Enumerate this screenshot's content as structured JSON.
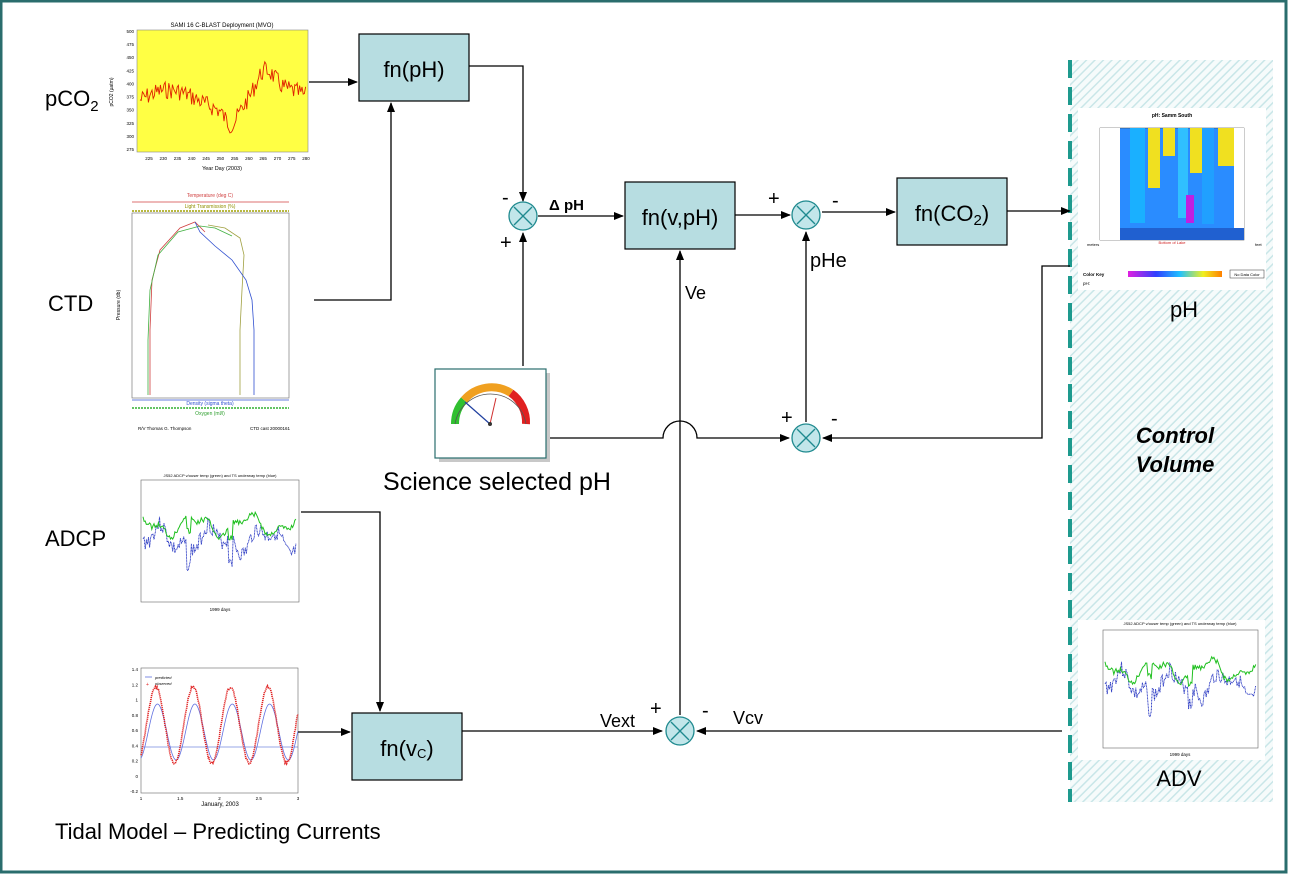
{
  "inputs": {
    "pco2_label": "pCO",
    "pco2_sub": "2",
    "ctd_label": "CTD",
    "adcp_label": "ADCP",
    "tidal_label": "Tidal Model – Predicting Currents"
  },
  "blocks": {
    "fn_ph": "fn(pH)",
    "fn_vph": "fn(v,pH)",
    "fn_co2_main": "fn(CO",
    "fn_co2_sub": "2",
    "fn_co2_close": ")",
    "fn_vc_main": "fn(v",
    "fn_vc_sub": "C",
    "fn_vc_close": ")"
  },
  "signals": {
    "delta_ph": "Δ pH",
    "ve": "Ve",
    "phe": "pHe",
    "vext": "Vext",
    "vcv": "Vcv",
    "science_ph": "Science selected pH"
  },
  "signs": {
    "plus": "+",
    "minus": "-"
  },
  "outputs": {
    "ph_label": "pH",
    "adv_label": "ADV",
    "control_volume_line1": "Control",
    "control_volume_line2": "Volume"
  },
  "thumbnails": {
    "pco2_title": "SAMI 16 C-BLAST Deployment (MVO)",
    "pco2_xlabel": "Year Day (2003)",
    "pco2_ylabel": "pCO2 (µatm)",
    "pco2_yticks": [
      "500",
      "475",
      "450",
      "425",
      "400",
      "375",
      "350",
      "325",
      "300",
      "275"
    ],
    "pco2_xticks": [
      "225",
      "230",
      "235",
      "240",
      "245",
      "250",
      "255",
      "260",
      "265",
      "270",
      "275",
      "280"
    ],
    "ctd_top1": "Temperature (deg C)",
    "ctd_top2": "Light Transmission (%)",
    "ctd_bottom1": "Density (sigma theta)",
    "ctd_bottom2": "Oxygen (ml/l)",
    "ctd_ylabel": "Pressure (db)",
    "ctd_footer_left": "R/V Thomas G. Thompson",
    "ctd_footer_right": "CTD cast 20000161",
    "adcp_title": "JS52 ADCP v/ouser temp (green) and TS underway temp (blue)",
    "adcp_xlabel": "1999 days",
    "tidal_legend1": "predicted",
    "tidal_legend2": "observed",
    "tidal_xlabel": "January, 2003",
    "tidal_yticks": [
      "1.4",
      "1.2",
      "1",
      "0.8",
      "0.6",
      "0.4",
      "0.2",
      "0",
      "-0.2"
    ],
    "tidal_xticks": [
      "1",
      "1.5",
      "2",
      "2.5",
      "3"
    ],
    "ph_title": "pH: Samm South",
    "ph_colorkey": "Color Key",
    "ph_nodata": "No Data Color",
    "ph_bottom": "Bottom of Lake",
    "ph_units_left": "meters",
    "ph_units_right": "feet",
    "ph_key_prefix": "pH:",
    "adv_title": "JS52 ADCP v/ouser temp (green) and TS underway temp (blue)",
    "adv_xlabel": "1999 days"
  },
  "colors": {
    "block_fill": "#b7dde1",
    "junction_fill": "#c2e6ea",
    "junction_stroke": "#1f8a8f",
    "frame": "#2a6d6d",
    "control_dash": "#1e9a8e",
    "hatch": "#c9e6e8",
    "pco2_bg": "#ffff44"
  }
}
